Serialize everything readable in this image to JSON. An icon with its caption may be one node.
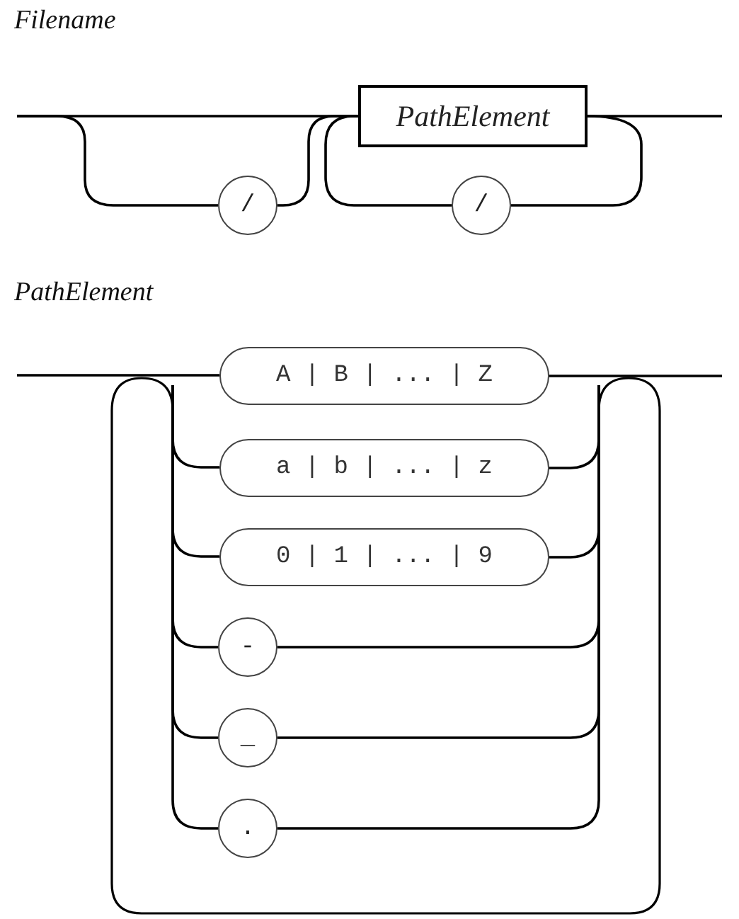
{
  "diagram": {
    "nodes": [
      {
        "text": [
          "/"
        ]
      },
      {
        "text": [
          "PathElement"
        ]
      },
      {
        "text": [
          "/"
        ]
      },
      {
        "text": [
          "A | B | ... | Z"
        ]
      },
      {
        "text": [
          "a | b | ... | z"
        ]
      },
      {
        "text": [
          "0 | 1 | ... | 9"
        ]
      },
      {
        "text": [
          "-"
        ]
      },
      {
        "text": [
          "_"
        ]
      },
      {
        "text": [
          "."
        ]
      }
    ],
    "edges": [
      {
        "from": null,
        "to": 0,
        "arrow": "none"
      },
      {
        "from": 0,
        "to": 1,
        "arrow": "none"
      },
      {
        "from": null,
        "to": 1,
        "arrow": "none"
      },
      {
        "from": 1,
        "to": null,
        "arrow": "none"
      },
      {
        "from": 1,
        "to": 2,
        "arrow": "none"
      },
      {
        "from": 2,
        "to": 1,
        "arrow": "none"
      },
      {
        "from": null,
        "to": 3,
        "arrow": "none"
      },
      {
        "from": 3,
        "to": null,
        "arrow": "none"
      },
      {
        "from": null,
        "to": 4,
        "arrow": "none"
      },
      {
        "from": 4,
        "to": null,
        "arrow": "none"
      },
      {
        "from": null,
        "to": 5,
        "arrow": "none"
      },
      {
        "from": 5,
        "to": null,
        "arrow": "none"
      },
      {
        "from": null,
        "to": 6,
        "arrow": "none"
      },
      {
        "from": 6,
        "to": null,
        "arrow": "none"
      },
      {
        "from": null,
        "to": 7,
        "arrow": "none"
      },
      {
        "from": 7,
        "to": null,
        "arrow": "none"
      },
      {
        "from": null,
        "to": 8,
        "arrow": "none"
      },
      {
        "from": 8,
        "to": null,
        "arrow": "none"
      }
    ],
    "labels": [
      "Filename",
      "PathElement"
    ]
  }
}
